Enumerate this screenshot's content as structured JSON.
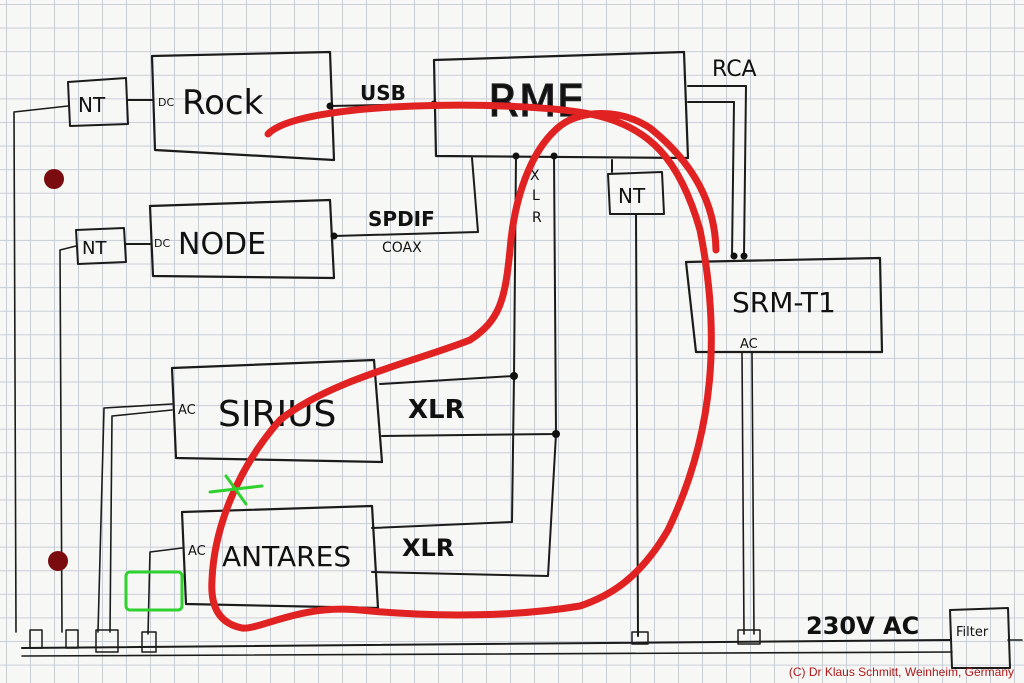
{
  "labels": {
    "rock": "Rock",
    "dc_rock": "DC",
    "rme": "RME",
    "node": "NODE",
    "dc_node": "DC",
    "sirius": "SIRIUS",
    "sirius_ac": "AC",
    "antares": "ANTARES",
    "antares_ac": "AC",
    "srm": "SRM-T1",
    "srm_ac": "AC",
    "nt_rock": "NT",
    "nt_node": "NT",
    "nt_rme": "NT",
    "usb": "USB",
    "spdif": "SPDIF",
    "coax": "COAX",
    "rca": "RCA",
    "xlr_rme_a": "X",
    "xlr_rme_b": "L",
    "xlr_rme_c": "R",
    "xlr_sirius": "XLR",
    "xlr_antares": "XLR",
    "mains": "230V AC",
    "filter": "Filter",
    "copyright": "(C) Dr Klaus Schmitt, Weinheim, Germany"
  },
  "colors": {
    "ink": "#1b1b1b",
    "highlight_red": "#e02222",
    "mark_green": "#2fd12f",
    "dot_red": "#7a0c10",
    "copyright": "#b01818"
  }
}
